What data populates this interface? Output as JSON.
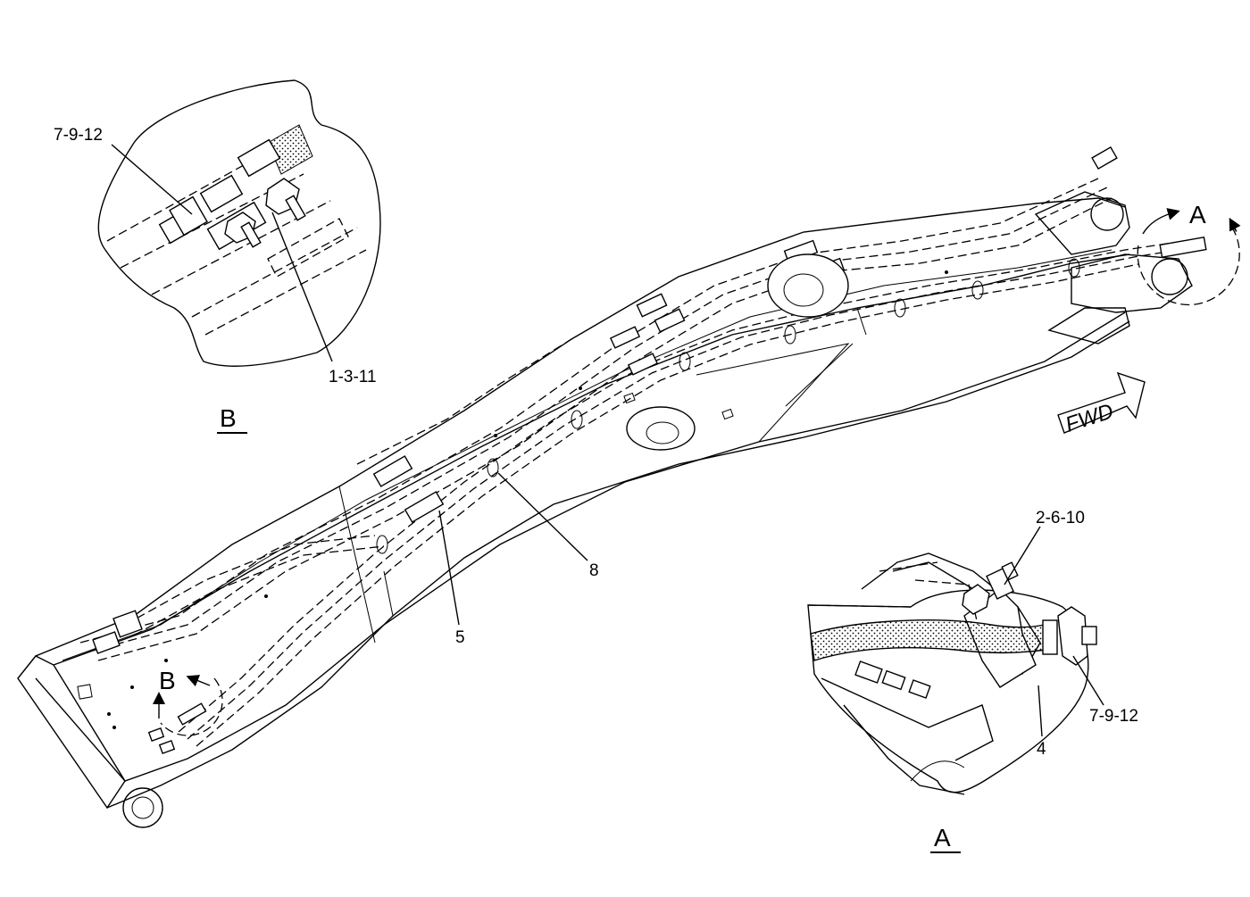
{
  "callouts": {
    "b_top": "7-9-12",
    "b_bottom": "1-3-11",
    "a_top": "2-6-10",
    "a_right": "7-9-12",
    "a_bottom": "4",
    "main_5": "5",
    "main_8": "8"
  },
  "view_titles": {
    "b": "B",
    "a": "A"
  },
  "view_markers": {
    "a": "A",
    "b": "B"
  },
  "direction": {
    "fwd": "FWD"
  },
  "colors": {
    "line": "#000000",
    "background": "#ffffff"
  }
}
